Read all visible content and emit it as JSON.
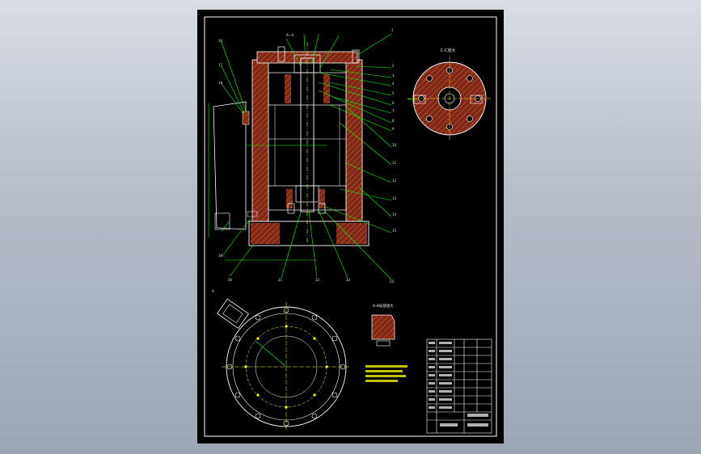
{
  "canvas": {
    "background": "#b4bcc8",
    "sheet_background": "#000000",
    "colors": {
      "frame": "#ffffff",
      "section_hatch": "#c8321e",
      "leader": "#00ff00",
      "label": "#e6e6e6",
      "centerline": "#ffff00",
      "outline": "#ffffff"
    }
  },
  "drawing": {
    "section_label_top": "A-A",
    "view_label_cc": "C-C放大",
    "view_label_bb": "B-B局部放大",
    "label_cc_marker": "C",
    "label_a_marker": "A",
    "title_block_rows": 11
  }
}
